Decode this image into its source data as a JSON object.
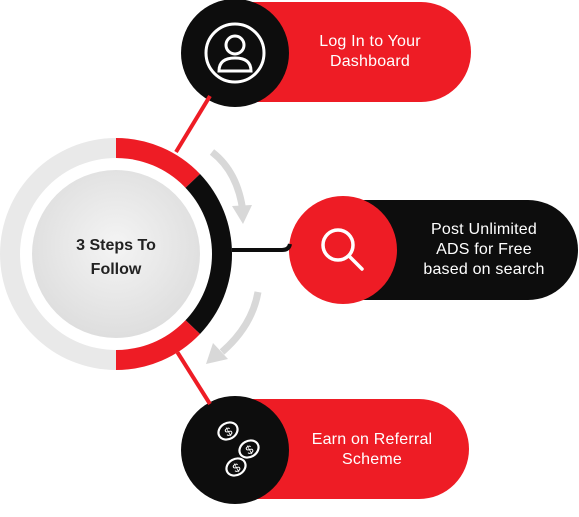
{
  "hub": {
    "title": "3 Steps To\nFollow"
  },
  "steps": [
    {
      "label": "Log In to Your\nDashboard",
      "icon": "user-icon"
    },
    {
      "label": "Post  Unlimited\nADS for Free\nbased on search",
      "icon": "search-icon"
    },
    {
      "label": "Earn on Referral\nScheme",
      "icon": "coins-icon"
    }
  ],
  "colors": {
    "accent_red": "#ee1c25",
    "dark": "#0d0d0d",
    "light_gray": "#e6e6e6",
    "mid_gray": "#d9d9d9",
    "white": "#ffffff"
  }
}
